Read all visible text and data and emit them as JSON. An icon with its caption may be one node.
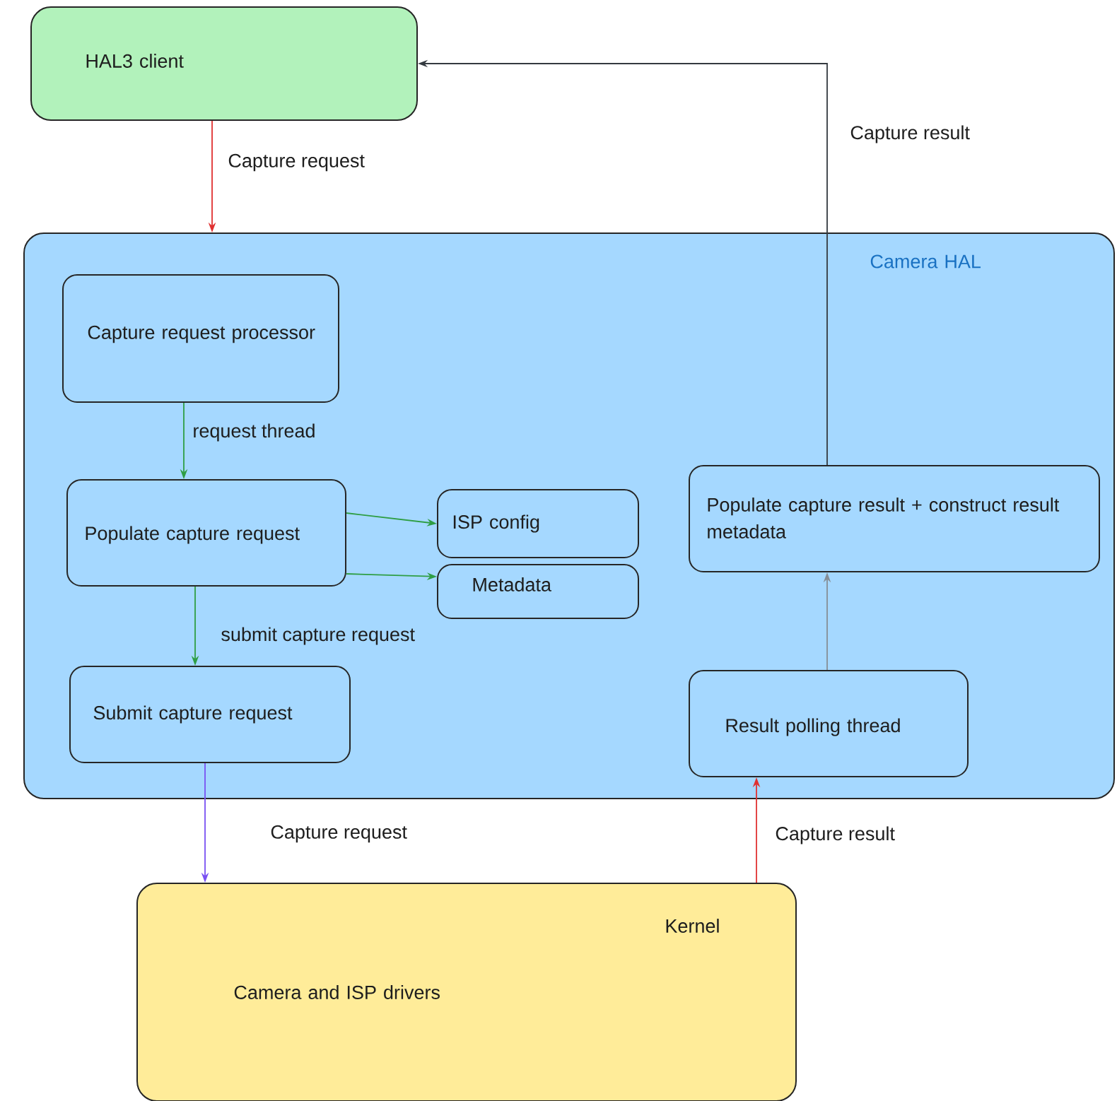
{
  "diagram": {
    "nodes": [
      {
        "text": [
          "HAL3 client"
        ]
      },
      {
        "text": [
          "Camera HAL"
        ]
      },
      {
        "text": [
          "Capture request processor"
        ],
        "in": 1
      },
      {
        "text": [
          "Populate capture request"
        ],
        "in": 1
      },
      {
        "text": [
          "ISP config"
        ],
        "in": 1
      },
      {
        "text": [
          "Metadata"
        ],
        "in": 1
      },
      {
        "text": [
          "Submit capture request"
        ],
        "in": 1
      },
      {
        "text": [
          "Result polling thread"
        ],
        "in": 1
      },
      {
        "text": [
          "Populate capture result + construct result metadata"
        ],
        "in": 1
      },
      {
        "text": [
          "Kernel",
          "Camera and ISP drivers"
        ]
      }
    ],
    "edges": [
      {
        "from": 0,
        "to": 1,
        "arrow": "to",
        "label": "Capture request",
        "color": "#e03131"
      },
      {
        "from": 8,
        "to": 0,
        "arrow": "to",
        "label": "Capture result",
        "color": "#343a40"
      },
      {
        "from": 2,
        "to": 3,
        "arrow": "to",
        "label": "request thread",
        "color": "#2f9e44"
      },
      {
        "from": 3,
        "to": 4,
        "arrow": "to",
        "color": "#2f9e44"
      },
      {
        "from": 3,
        "to": 5,
        "arrow": "to",
        "color": "#2f9e44"
      },
      {
        "from": 3,
        "to": 6,
        "arrow": "to",
        "label": "submit capture request",
        "color": "#2f9e44"
      },
      {
        "from": 6,
        "to": 9,
        "arrow": "to",
        "label": "Capture request",
        "color": "#7950f2"
      },
      {
        "from": 9,
        "to": 7,
        "arrow": "to",
        "label": "Capture result",
        "color": "#e03131"
      },
      {
        "from": 7,
        "to": 8,
        "arrow": "to",
        "color": "#868e96"
      }
    ]
  }
}
